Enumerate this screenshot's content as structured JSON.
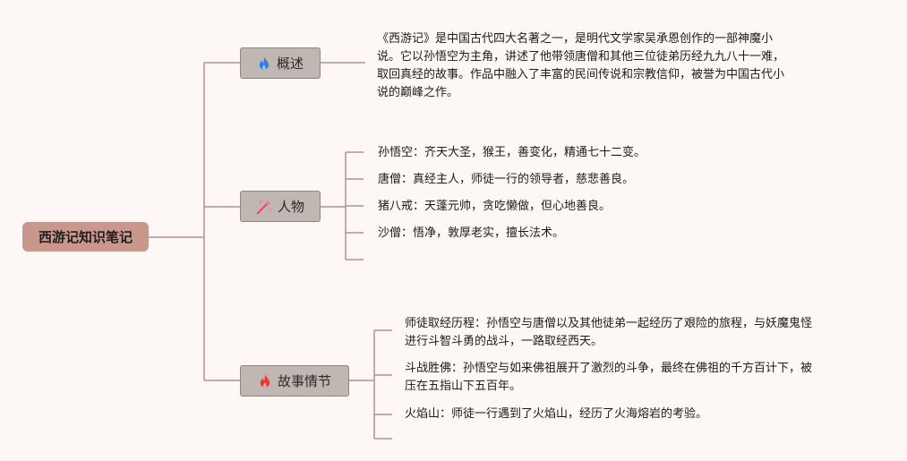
{
  "root": {
    "label": "西游记知识笔记"
  },
  "branches": [
    {
      "label": "概述",
      "icon": "blue-flame-icon",
      "items": [
        [
          "《西游记》是中国古代四大名著之一，是明代文学家吴承恩创作的一部神魔小",
          "说。它以孙悟空为主角，讲述了他带领唐僧和其他三位徒弟历经九九八十一难，",
          "取回真经的故事。作品中融入了丰富的民间传说和宗教信仰，被誉为中国古代小",
          "说的巅峰之作。"
        ]
      ]
    },
    {
      "label": "人物",
      "icon": "magic-wand-icon",
      "items": [
        "孙悟空：齐天大圣，猴王，善变化，精通七十二变。",
        "唐僧：真经主人，师徒一行的领导者，慈悲善良。",
        "猪八戒：天蓬元帅，贪吃懒做，但心地善良。",
        "沙僧：悟净，敦厚老实，擅长法术。"
      ]
    },
    {
      "label": "故事情节",
      "icon": "red-flame-icon",
      "items": [
        [
          "师徒取经历程：孙悟空与唐僧以及其他徒弟一起经历了艰险的旅程，与妖魔鬼怪",
          "进行斗智斗勇的战斗，一路取经西天。"
        ],
        [
          "斗战胜佛：孙悟空与如来佛祖展开了激烈的斗争，最终在佛祖的千方百计下，被",
          "压在五指山下五百年。"
        ],
        "火焰山：师徒一行遇到了火焰山，经历了火海熔岩的考验。"
      ]
    }
  ],
  "colors": {
    "line": "#b89089",
    "root_fill": "#c9978c",
    "branch_fill": "#c0b6b2"
  }
}
